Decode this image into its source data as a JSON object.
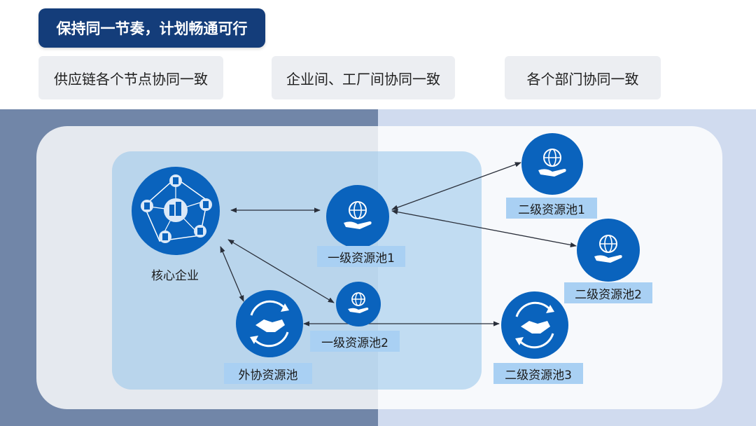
{
  "header": {
    "title": "保持同一节奏，计划畅通可行"
  },
  "chips": [
    {
      "label": "供应链各个节点协同一致"
    },
    {
      "label": "企业间、工厂间协同一致"
    },
    {
      "label": "各个部门协同一致"
    }
  ],
  "nodes": {
    "core": {
      "label": "核心企业",
      "icon": "enterprise-network-icon"
    },
    "pool1_1": {
      "label": "一级资源池1",
      "icon": "globe-hand-icon"
    },
    "pool1_2": {
      "label": "一级资源池2",
      "icon": "globe-hand-icon"
    },
    "outsource": {
      "label": "外协资源池",
      "icon": "handshake-cycle-icon"
    },
    "pool2_1": {
      "label": "二级资源池1",
      "icon": "globe-hand-icon"
    },
    "pool2_2": {
      "label": "二级资源池2",
      "icon": "globe-hand-icon"
    },
    "pool2_3": {
      "label": "二级资源池3",
      "icon": "handshake-cycle-icon"
    }
  },
  "colors": {
    "title_bg": "#143d7a",
    "node_blue": "#0a63bd",
    "label_bg": "#a9d0f3",
    "band_left": "#7186a8",
    "band_right": "#d0dbef",
    "chip_bg": "#eceef2"
  }
}
